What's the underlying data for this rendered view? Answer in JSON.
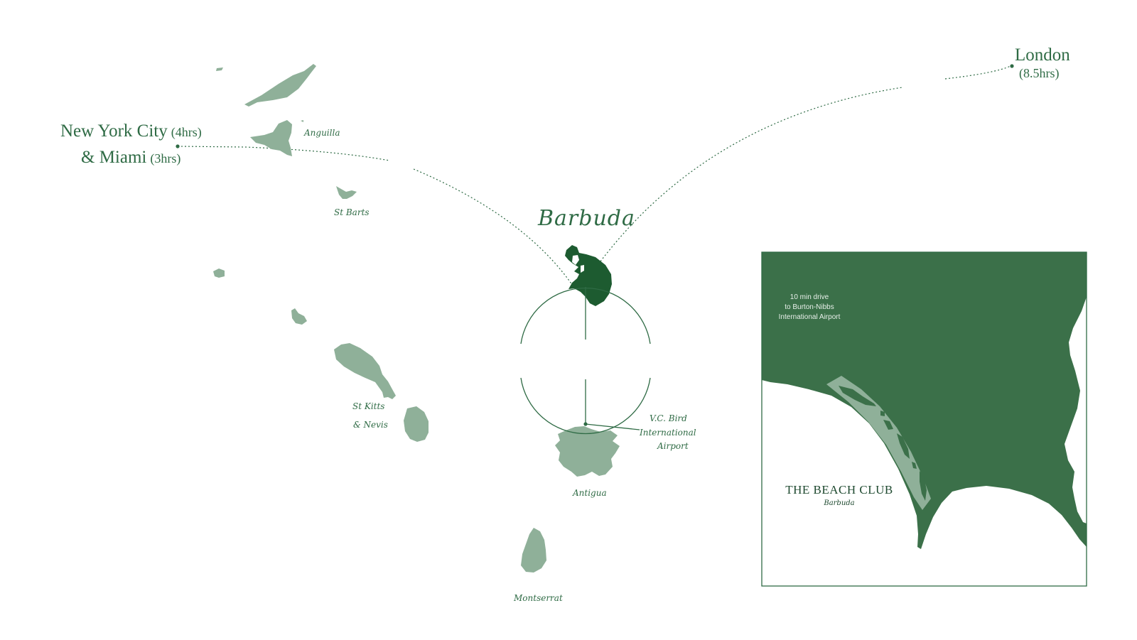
{
  "routes": {
    "nyc": {
      "line1": "New York City",
      "line1_dur": "(4hrs)",
      "line2": "& Miami",
      "line2_dur": "(3hrs)"
    },
    "london": {
      "name": "London",
      "duration": "(8.5hrs)"
    }
  },
  "islands": {
    "anguilla": "Anguilla",
    "st_barts": "St Barts",
    "st_kitts_line1": "St Kitts",
    "st_kitts_line2": "& Nevis",
    "antigua": "Antigua",
    "montserrat": "Montserrat",
    "barbuda": "Barbuda"
  },
  "airport": {
    "line1": "V.C. Bird",
    "line2": "International",
    "line3": "Airport"
  },
  "inset": {
    "note_line1": "10 min drive",
    "note_line2": "to Burton-Nibbs",
    "note_line3": "International Airport",
    "club_name": "THE BEACH CLUB",
    "club_sub": "Barbuda"
  },
  "colors": {
    "island_light": "#8fb099",
    "island_dark": "#1d5b30",
    "inset_land": "#3b7049",
    "beach_zone": "#8fb099",
    "line": "#2f6b45"
  }
}
